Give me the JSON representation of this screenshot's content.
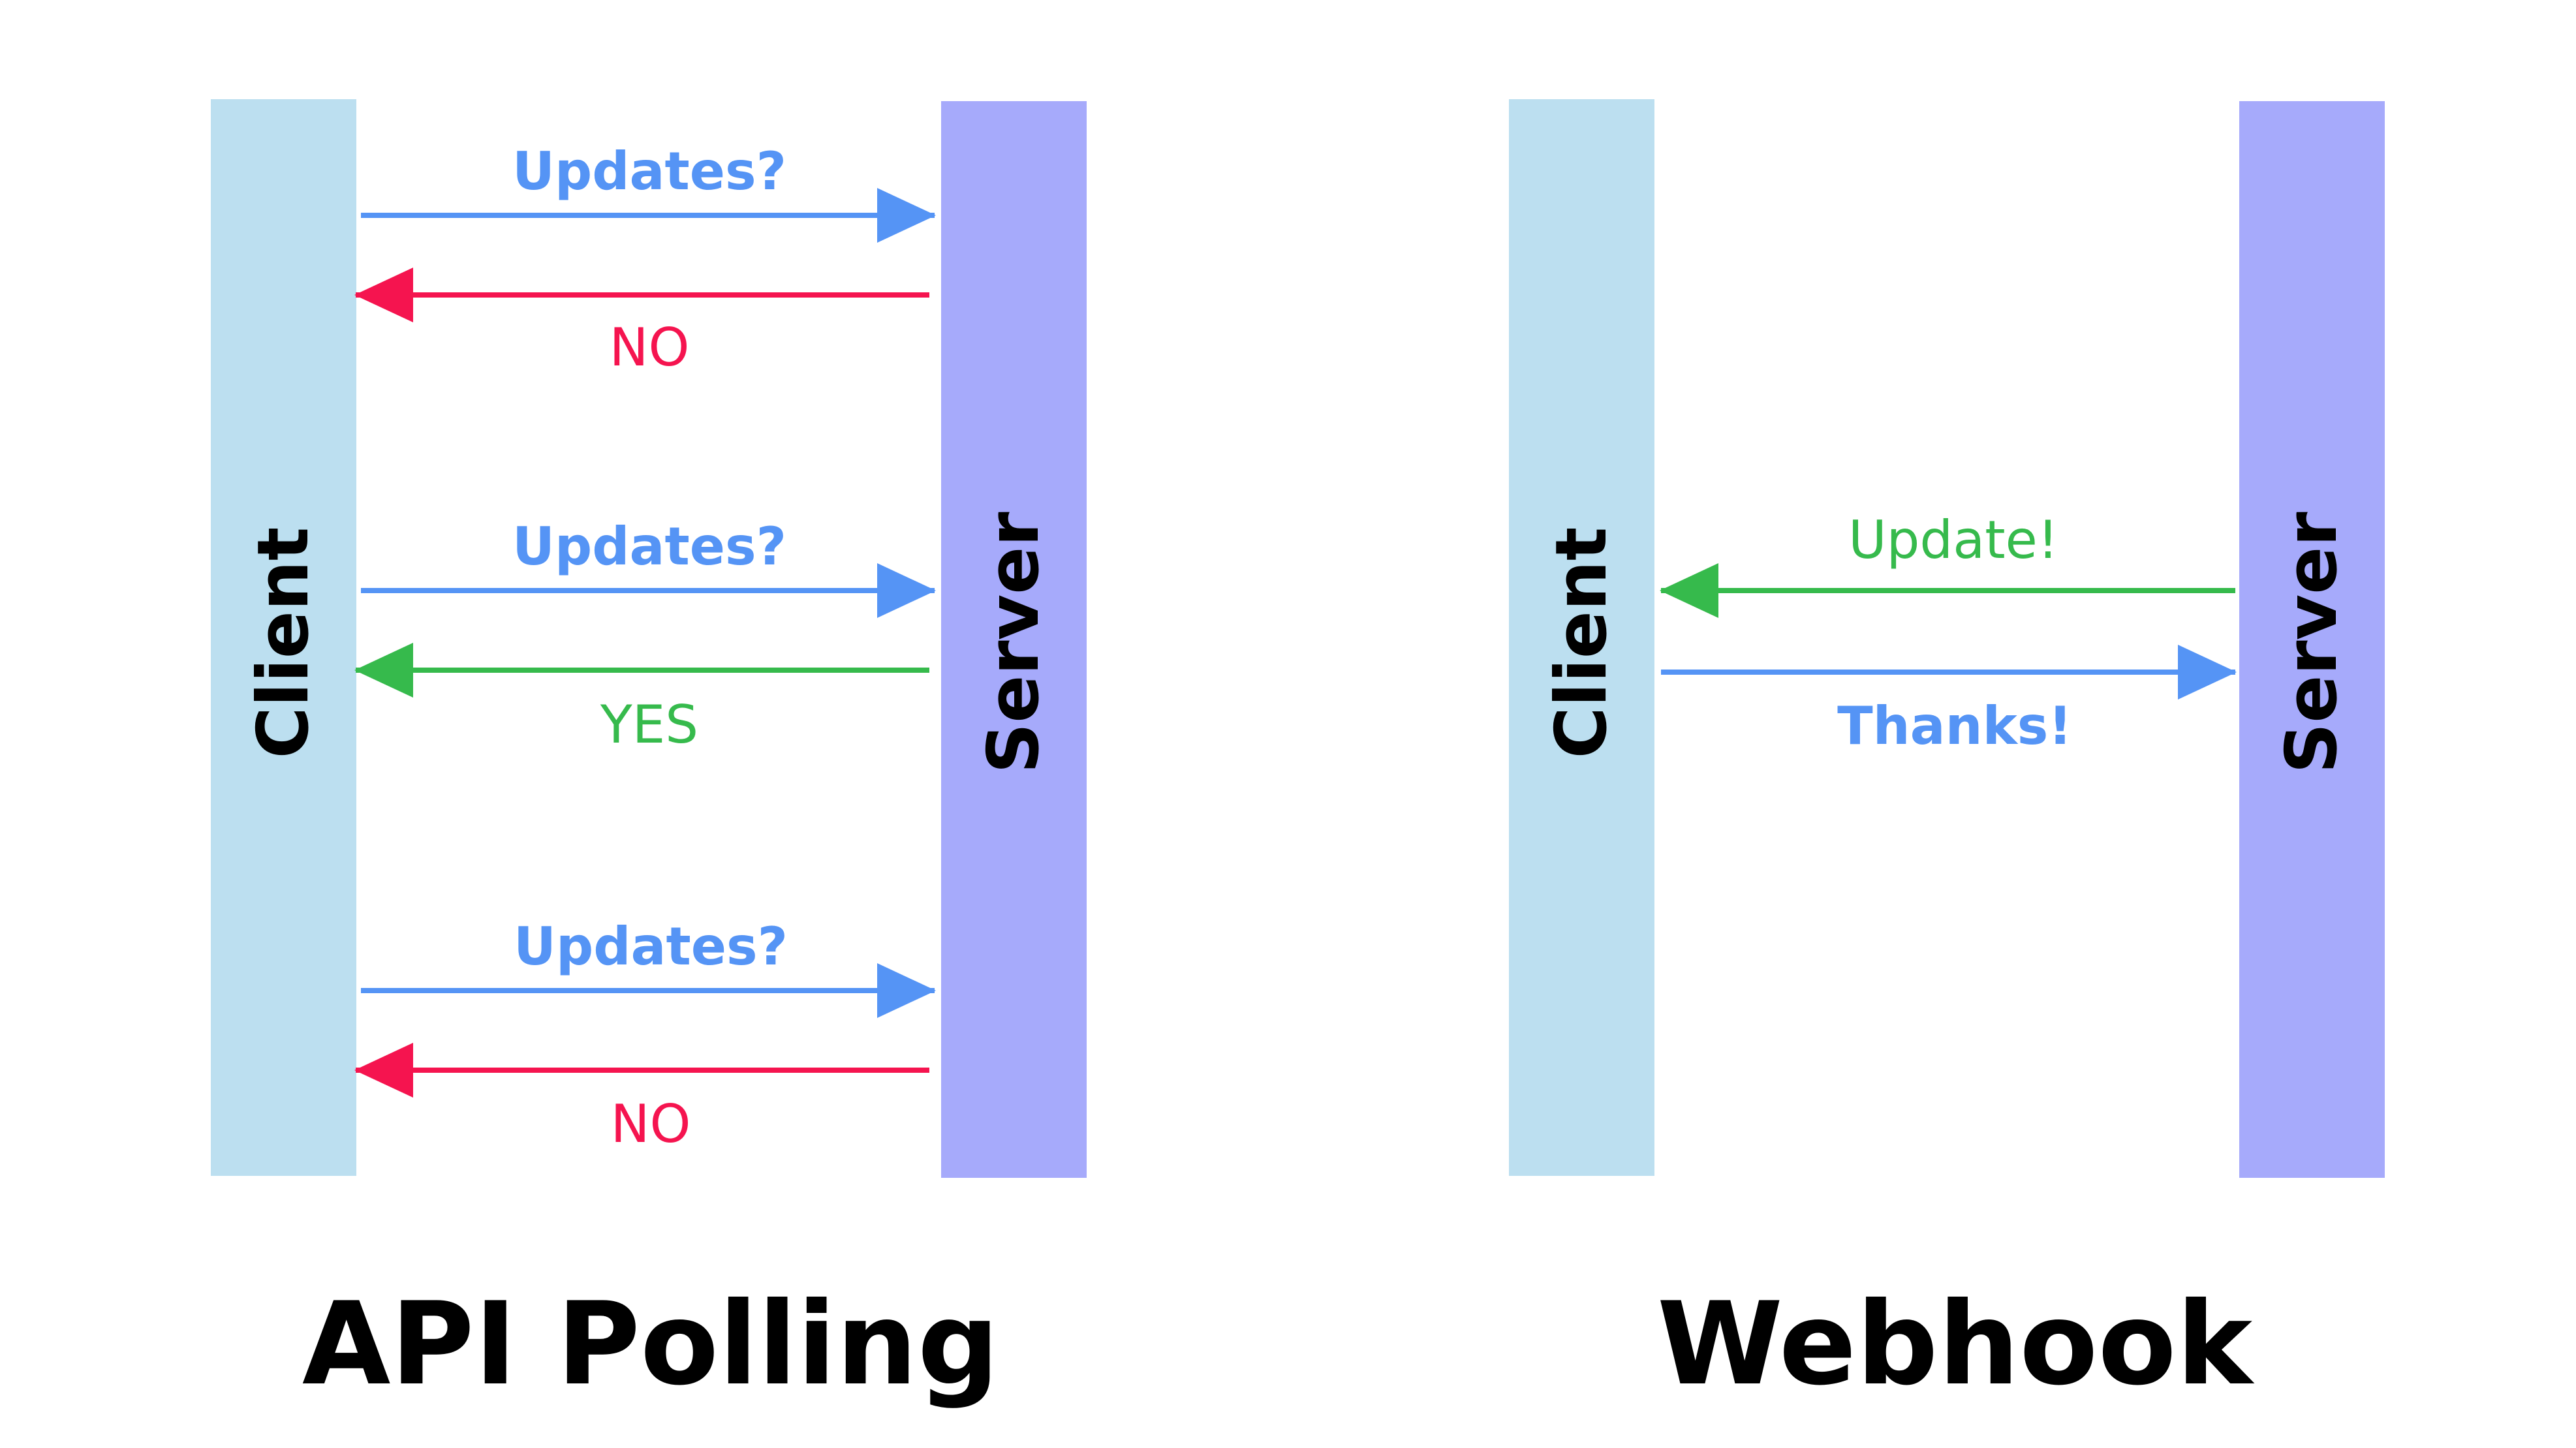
{
  "colors": {
    "client_bar": "#bcdff0",
    "server_bar": "#a6aafb",
    "request_arrow": "#5594f5",
    "negative_arrow": "#f5144f",
    "positive_arrow": "#36ba4c"
  },
  "polling": {
    "title": "API Polling",
    "client_label": "Client",
    "server_label": "Server",
    "exchanges": [
      {
        "request": "Updates?",
        "response": "NO",
        "response_kind": "negative"
      },
      {
        "request": "Updates?",
        "response": "YES",
        "response_kind": "positive"
      },
      {
        "request": "Updates?",
        "response": "NO",
        "response_kind": "negative"
      }
    ]
  },
  "webhook": {
    "title": "Webhook",
    "client_label": "Client",
    "server_label": "Server",
    "push": "Update!",
    "ack": "Thanks!"
  }
}
